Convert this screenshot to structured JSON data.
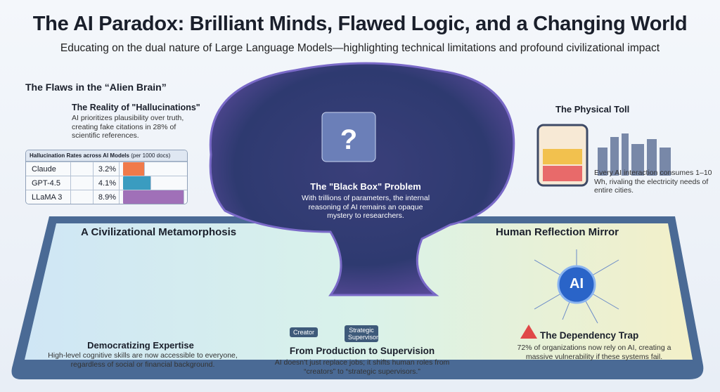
{
  "header": {
    "title": "The AI Paradox: Brilliant Minds, Flawed Logic, and a Changing World",
    "subtitle": "Educating on the dual nature of Large Language Models—highlighting technical limitations and profound civilizational impact"
  },
  "flaws": {
    "heading": "The Flaws in the “Alien Brain”",
    "sub_heading": "The Reality of \"Hallucinations\"",
    "text": "AI prioritizes plausibility over truth, creating fake citations in 28% of scientific references.",
    "table": {
      "title": "Hallucination Rates across AI Models",
      "unit": "(per 1000 docs)",
      "rows": [
        {
          "model": "Claude",
          "rate": "3.2%",
          "value": 3.2,
          "color": "#f07a4a"
        },
        {
          "model": "GPT-4.5",
          "rate": "4.1%",
          "value": 4.1,
          "color": "#3a9cc0"
        },
        {
          "model": "LLaMA 3",
          "rate": "8.9%",
          "value": 8.9,
          "color": "#a070b8"
        }
      ]
    }
  },
  "black_box": {
    "heading": "The \"Black Box\" Problem",
    "text": "With trillions of parameters, the internal reasoning of AI remains an opaque mystery to researchers."
  },
  "physical": {
    "heading": "The Physical Toll",
    "text": "Every AI interaction consumes 1–10 Wh, rivaling the electricity needs of entire cities."
  },
  "civilization": {
    "heading": "A Civilizational Metamorphosis",
    "sub_heading": "Democratizing Expertise",
    "text": "High-level cognitive skills are now accessible to everyone, regardless of social or financial background."
  },
  "production": {
    "heading": "From Production to Supervision",
    "text": "AI doesn’t just replace jobs; it shifts human roles from “creators” to “strategic supervisors.”",
    "label_creator": "Creator",
    "label_supervisor": "Strategic Supervisor"
  },
  "mirror": {
    "heading": "Human Reflection Mirror",
    "hub": "AI",
    "sub_heading": "The Dependency Trap",
    "text": "72% of organizations now rely on AI, creating a massive vulnerability if these systems fail."
  }
}
